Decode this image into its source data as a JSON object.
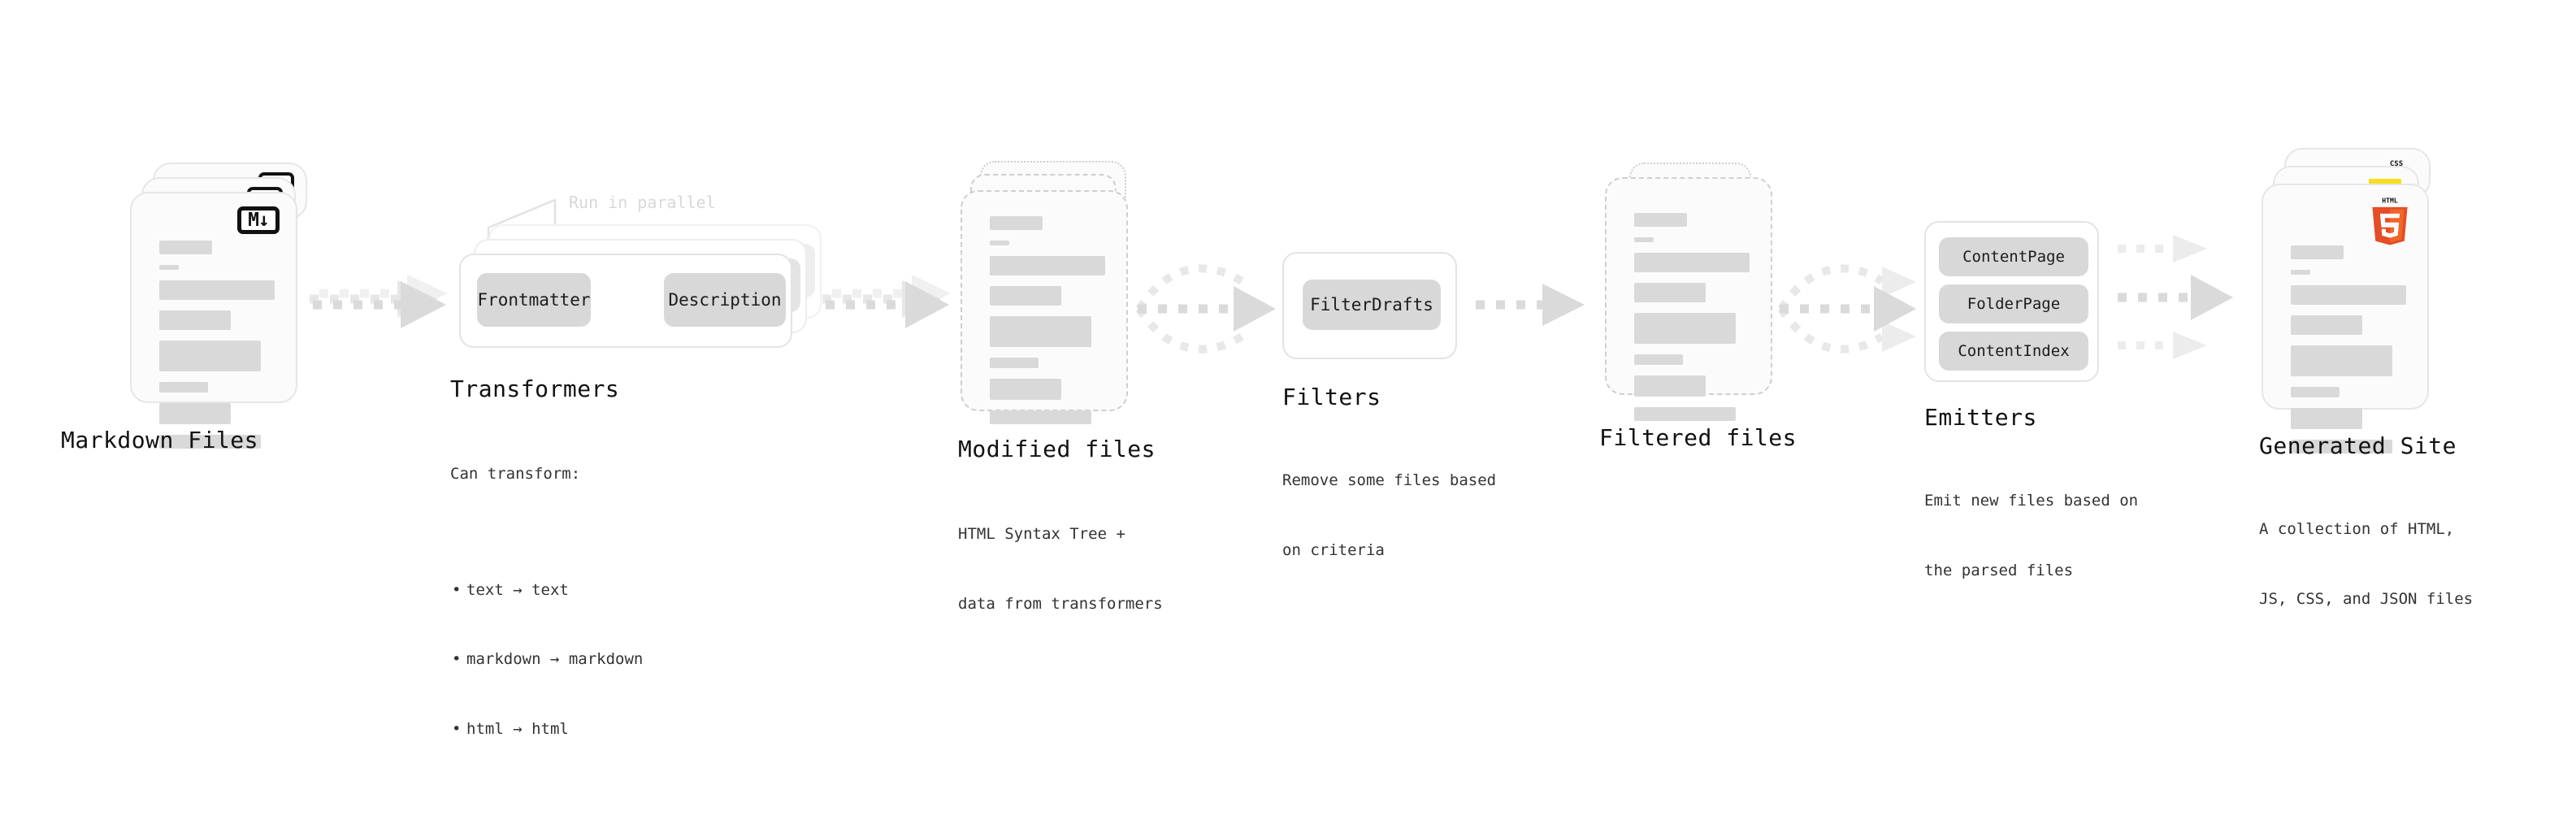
{
  "diagram": {
    "title": "Quartz content pipeline",
    "accent_gray": "#d9d9d9",
    "border_gray": "#e6e6e6",
    "stages": [
      {
        "key": "markdown-files",
        "title": "Markdown Files",
        "subtitle": "",
        "kind": "file-stack",
        "badge": "markdown-icon",
        "badge_text": "M↓"
      },
      {
        "key": "transformers",
        "title": "Transformers",
        "subtitle": "Can transform:",
        "bullets": [
          "text → text",
          "markdown → markdown",
          "html → html"
        ],
        "kind": "group-stack",
        "note": "Run in parallel",
        "chips": [
          "Frontmatter",
          "Description"
        ]
      },
      {
        "key": "modified-files",
        "title": "Modified files",
        "subtitle": "HTML Syntax Tree +\ndata from transformers",
        "kind": "file-stack-dashed"
      },
      {
        "key": "filters",
        "title": "Filters",
        "subtitle": "Remove some files based\non criteria",
        "kind": "group",
        "chips": [
          "FilterDrafts"
        ]
      },
      {
        "key": "filtered-files",
        "title": "Filtered files",
        "subtitle": "",
        "kind": "file-stack-dashed"
      },
      {
        "key": "emitters",
        "title": "Emitters",
        "subtitle": "Emit new files based on\nthe parsed files",
        "kind": "group",
        "chips": [
          "ContentPage",
          "FolderPage",
          "ContentIndex"
        ]
      },
      {
        "key": "generated-site",
        "title": "Generated Site",
        "subtitle": "A collection of HTML,\nJS, CSS, and JSON files",
        "kind": "file-stack",
        "badge": "html5-icon",
        "badge_text": "HTML5",
        "stack_badges": [
          "css-icon",
          "js-icon",
          "html5-icon"
        ]
      }
    ]
  },
  "labels": {
    "markdown_files": "Markdown Files",
    "transformers": "Transformers",
    "transformers_sub": "Can transform:",
    "bullet_text": "text → text",
    "bullet_markdown": "markdown → markdown",
    "bullet_html": "html → html",
    "run_in_parallel": "Run in parallel",
    "chip_frontmatter": "Frontmatter",
    "chip_description": "Description",
    "modified_files": "Modified files",
    "modified_files_sub_line1": "HTML Syntax Tree +",
    "modified_files_sub_line2": "data from transformers",
    "filters": "Filters",
    "filters_sub_line1": "Remove some files based",
    "filters_sub_line2": "on criteria",
    "chip_filterdrafts": "FilterDrafts",
    "filtered_files": "Filtered files",
    "emitters": "Emitters",
    "emitters_sub_line1": "Emit new files based on",
    "emitters_sub_line2": "the parsed files",
    "chip_contentpage": "ContentPage",
    "chip_folderpage": "FolderPage",
    "chip_contentindex": "ContentIndex",
    "generated_site": "Generated Site",
    "generated_site_sub_line1": "A collection of HTML,",
    "generated_site_sub_line2": "JS, CSS, and JSON files",
    "md_badge": "M↓",
    "css_badge": "CSS",
    "html5_badge": "HTML"
  }
}
